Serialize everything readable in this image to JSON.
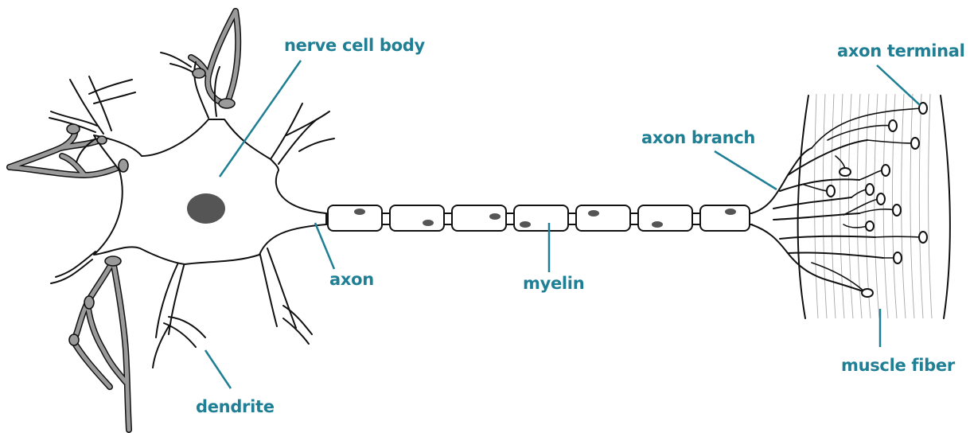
{
  "labels": {
    "nerve_cell_body": "nerve cell body",
    "axon_terminal": "axon terminal",
    "axon_branch": "axon branch",
    "axon": "axon",
    "myelin": "myelin",
    "muscle_fiber": "muscle fiber",
    "dendrite": "dendrite"
  },
  "colors": {
    "label": "#1f7f94",
    "outline": "#111111",
    "gray_process": "#9a9a9a",
    "nucleus": "#555555",
    "muscle_line": "#a8a8a8"
  }
}
